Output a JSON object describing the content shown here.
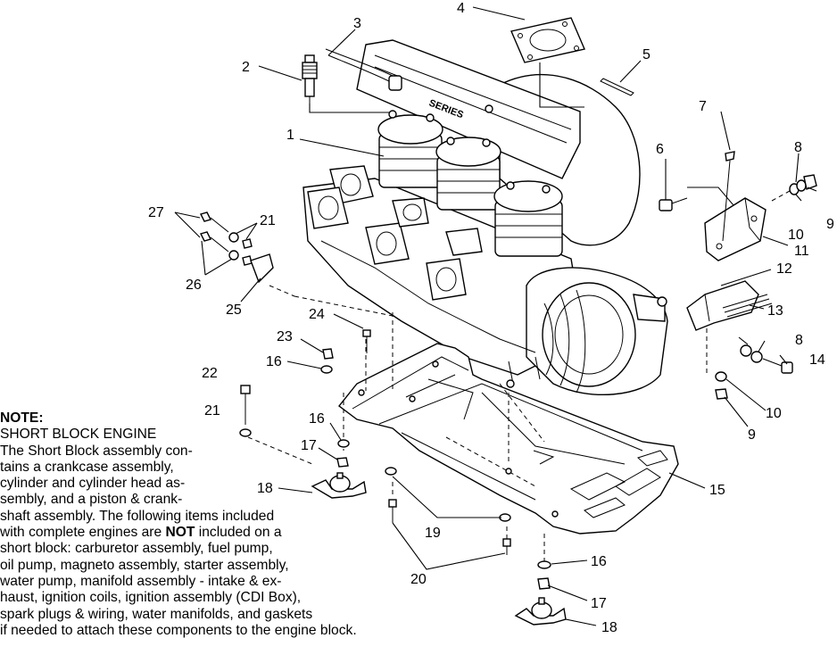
{
  "callouts": [
    "1",
    "2",
    "3",
    "4",
    "5",
    "6",
    "7",
    "8",
    "9",
    "10",
    "11",
    "12",
    "13",
    "8",
    "14",
    "10",
    "9",
    "27",
    "21",
    "26",
    "25",
    "24",
    "23",
    "16",
    "22",
    "21",
    "16",
    "17",
    "18",
    "15",
    "19",
    "20",
    "16",
    "17",
    "18"
  ],
  "note": {
    "heading": "NOTE:",
    "line1": "SHORT BLOCK ENGINE",
    "line2": "The Short Block assembly con-",
    "line3": "tains a crankcase assembly,",
    "line4": "cylinder and cylinder head as-",
    "line5": "sembly, and a piston & crank-",
    "line6": "shaft assembly.  The following items included",
    "line7a": "with complete engines are ",
    "line7b": "NOT",
    "line7c": " included on a",
    "line8": "short block:  carburetor assembly, fuel pump,",
    "line9": "oil pump, magneto assembly, starter assembly,",
    "line10": "water pump, manifold assembly - intake & ex-",
    "line11": "haust, ignition coils, ignition assembly (CDI Box),",
    "line12": "spark plugs & wiring, water manifolds, and gaskets",
    "line13": "if needed to attach these components to the engine block."
  }
}
